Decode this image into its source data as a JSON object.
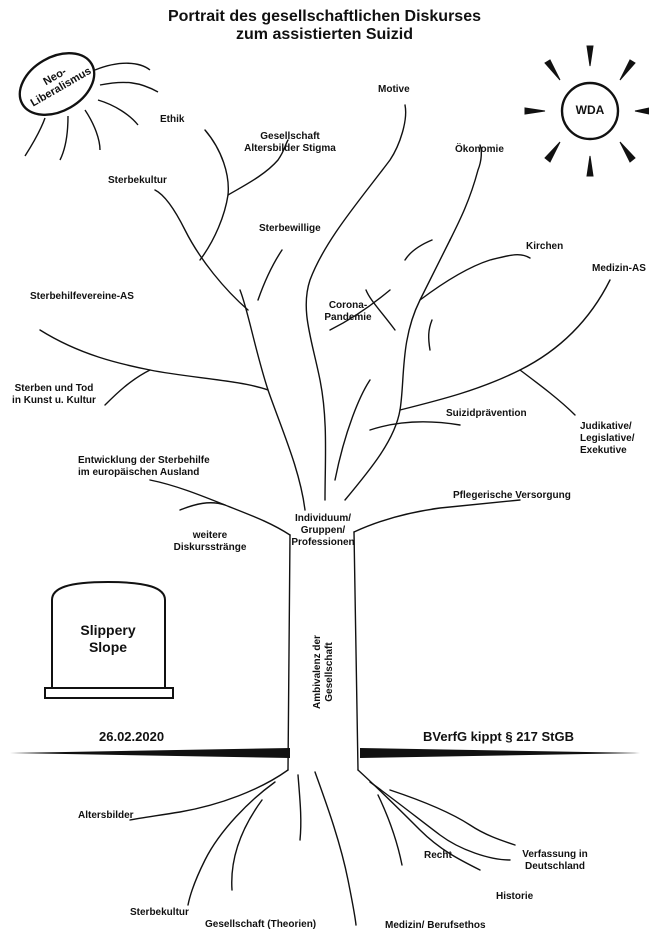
{
  "title": [
    "Portrait des gesellschaftlichen Diskurses",
    "zum assistierten Suizid"
  ],
  "cloud": [
    "Neo-",
    "Liberalismus"
  ],
  "sun": "WDA",
  "gravestone": [
    "Slippery",
    "Slope"
  ],
  "trunk": {
    "crown": [
      "Individuum/",
      "Gruppen/",
      "Professionen"
    ],
    "vertical": [
      "Ambivalenz der",
      "Gesellschaft"
    ]
  },
  "ground": {
    "date": "26.02.2020",
    "event": "BVerfG kippt § 217 StGB"
  },
  "branches": {
    "motive": "Motive",
    "ethik": "Ethik",
    "gesellschaft_stigma": [
      "Gesellschaft",
      "Altersbilder Stigma"
    ],
    "oekonomie": "Ökonomie",
    "sterbekultur": "Sterbekultur",
    "sterbewillige": "Sterbewillige",
    "kirchen": "Kirchen",
    "medizin_as": "Medizin-AS",
    "sterbehilfevereine": "Sterbehilfevereine-AS",
    "corona": [
      "Corona-",
      "Pandemie"
    ],
    "sterben_tod": [
      "Sterben und Tod",
      "in Kunst u. Kultur"
    ],
    "suizidpraevention": "Suizidprävention",
    "judikative": [
      "Judikative/",
      "Legislative/",
      "Exekutive"
    ],
    "entwicklung": [
      "Entwicklung der Sterbehilfe",
      "im europäischen Ausland"
    ],
    "pflegerische": "Pflegerische Versorgung",
    "weitere": [
      "weitere",
      "Diskursstränge"
    ]
  },
  "roots": {
    "altersbilder": "Altersbilder",
    "recht": "Recht",
    "verfassung": [
      "Verfassung in",
      "Deutschland"
    ],
    "historie": "Historie",
    "sterbekultur": "Sterbekultur",
    "gesellschaft_theorien": "Gesellschaft (Theorien)",
    "medizin_beruf": "Medizin/ Berufsethos"
  }
}
